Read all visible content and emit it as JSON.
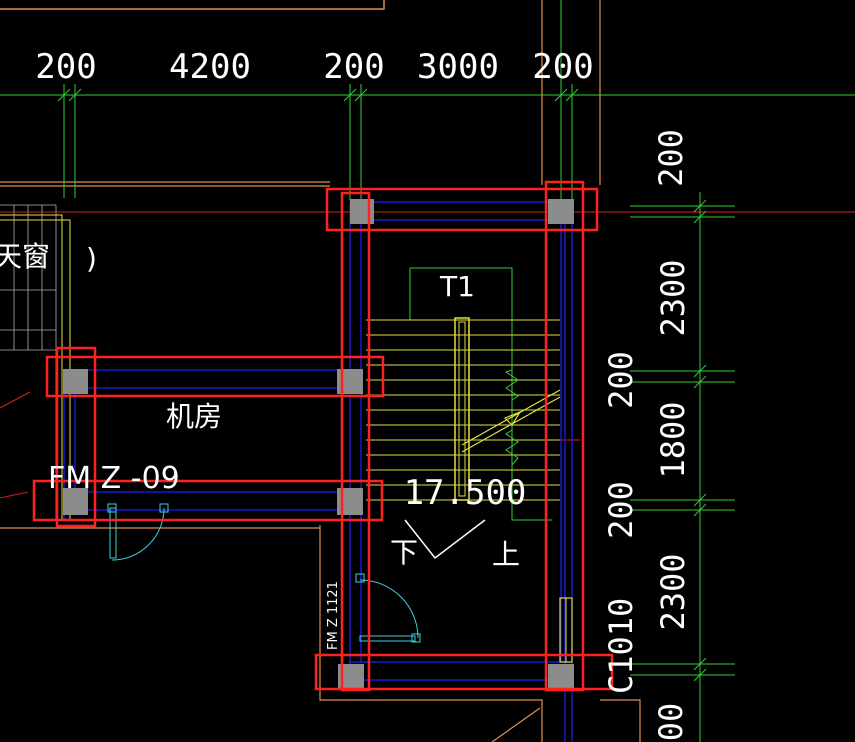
{
  "dimensions_top": [
    "200",
    "4200",
    "200",
    "3000",
    "200"
  ],
  "dimensions_right": [
    "200",
    "2300",
    "200",
    "1800",
    "200",
    "2300",
    "00"
  ],
  "labels": {
    "window_fragment": "天窗",
    "paren": ")",
    "room": "机房",
    "door_tag": "FM  Z -09",
    "stair_tag": "T1",
    "elevation": "17.500",
    "down": "下",
    "up": "上",
    "door_tag_vertical": "FM Z 1121",
    "window_tag": "C1010"
  },
  "colors": {
    "background": "#000000",
    "beam_highlight": "#ff2020",
    "column": "#8c8c8c",
    "dimension_line": "#33cc33",
    "wall_blue": "#2020ff",
    "stair_yellow": "#e0e040",
    "door_cyan": "#40d0e0",
    "axis_red": "#d02020",
    "outline_orange": "#e09050",
    "text": "#ffffff"
  }
}
